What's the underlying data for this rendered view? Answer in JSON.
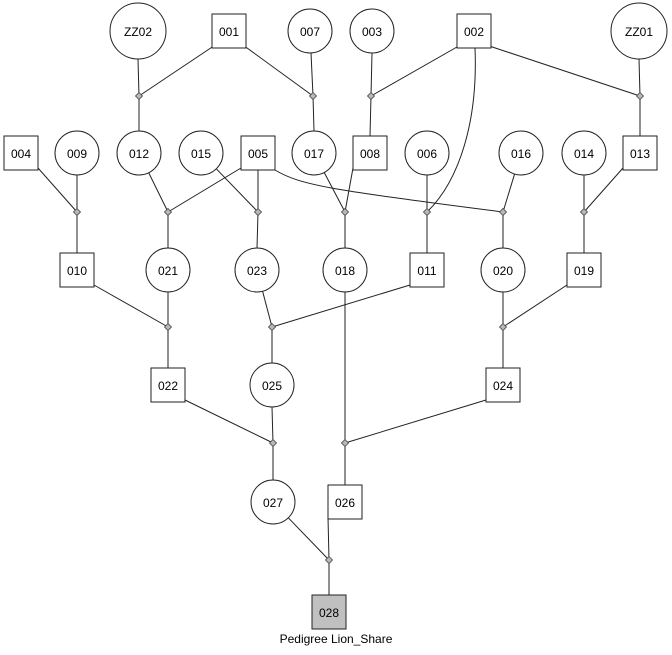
{
  "title": "Pedigree Lion_Share",
  "colors": {
    "affected_fill": "#c0c0c0",
    "unaffected_fill": "#ffffff",
    "line": "#222222",
    "marriage_node": "#b8b8b8"
  },
  "individuals": [
    {
      "id": "ZZ02",
      "sex": "female",
      "affected": false,
      "generation": 1
    },
    {
      "id": "001",
      "sex": "male",
      "affected": false,
      "generation": 1
    },
    {
      "id": "007",
      "sex": "female",
      "affected": false,
      "generation": 1
    },
    {
      "id": "003",
      "sex": "female",
      "affected": false,
      "generation": 1
    },
    {
      "id": "002",
      "sex": "male",
      "affected": false,
      "generation": 1
    },
    {
      "id": "ZZ01",
      "sex": "female",
      "affected": false,
      "generation": 1
    },
    {
      "id": "004",
      "sex": "male",
      "affected": false,
      "generation": 2
    },
    {
      "id": "009",
      "sex": "female",
      "affected": false,
      "generation": 2
    },
    {
      "id": "012",
      "sex": "female",
      "affected": false,
      "generation": 2
    },
    {
      "id": "015",
      "sex": "female",
      "affected": false,
      "generation": 2
    },
    {
      "id": "005",
      "sex": "male",
      "affected": false,
      "generation": 2
    },
    {
      "id": "017",
      "sex": "female",
      "affected": false,
      "generation": 2
    },
    {
      "id": "008",
      "sex": "male",
      "affected": false,
      "generation": 2
    },
    {
      "id": "006",
      "sex": "female",
      "affected": false,
      "generation": 2
    },
    {
      "id": "016",
      "sex": "female",
      "affected": false,
      "generation": 2
    },
    {
      "id": "014",
      "sex": "female",
      "affected": false,
      "generation": 2
    },
    {
      "id": "013",
      "sex": "male",
      "affected": false,
      "generation": 2
    },
    {
      "id": "010",
      "sex": "male",
      "affected": false,
      "generation": 3
    },
    {
      "id": "021",
      "sex": "female",
      "affected": false,
      "generation": 3
    },
    {
      "id": "023",
      "sex": "female",
      "affected": false,
      "generation": 3
    },
    {
      "id": "018",
      "sex": "female",
      "affected": false,
      "generation": 3
    },
    {
      "id": "011",
      "sex": "male",
      "affected": false,
      "generation": 3
    },
    {
      "id": "020",
      "sex": "female",
      "affected": false,
      "generation": 3
    },
    {
      "id": "019",
      "sex": "male",
      "affected": false,
      "generation": 3
    },
    {
      "id": "022",
      "sex": "male",
      "affected": false,
      "generation": 4
    },
    {
      "id": "025",
      "sex": "female",
      "affected": false,
      "generation": 4
    },
    {
      "id": "024",
      "sex": "male",
      "affected": false,
      "generation": 4
    },
    {
      "id": "027",
      "sex": "female",
      "affected": false,
      "generation": 5
    },
    {
      "id": "026",
      "sex": "male",
      "affected": false,
      "generation": 5
    },
    {
      "id": "028",
      "sex": "male",
      "affected": true,
      "generation": 6
    }
  ],
  "unions": [
    {
      "parents": [
        "ZZ02",
        "001"
      ],
      "children": [
        "012"
      ]
    },
    {
      "parents": [
        "001",
        "007"
      ],
      "children": [
        "017"
      ]
    },
    {
      "parents": [
        "003",
        "002"
      ],
      "children": [
        "008"
      ]
    },
    {
      "parents": [
        "002",
        "ZZ01"
      ],
      "children": [
        "013"
      ]
    },
    {
      "parents": [
        "004",
        "009"
      ],
      "children": [
        "010"
      ]
    },
    {
      "parents": [
        "012",
        "005"
      ],
      "children": [
        "021"
      ]
    },
    {
      "parents": [
        "015",
        "005"
      ],
      "children": [
        "023"
      ]
    },
    {
      "parents": [
        "017",
        "008"
      ],
      "children": [
        "018"
      ]
    },
    {
      "parents": [
        "006",
        "002"
      ],
      "children": [
        "011"
      ]
    },
    {
      "parents": [
        "005",
        "016"
      ],
      "children": [
        "020"
      ]
    },
    {
      "parents": [
        "014",
        "013"
      ],
      "children": [
        "019"
      ]
    },
    {
      "parents": [
        "010",
        "021"
      ],
      "children": [
        "022"
      ]
    },
    {
      "parents": [
        "023",
        "011"
      ],
      "children": [
        "025"
      ]
    },
    {
      "parents": [
        "020",
        "019"
      ],
      "children": [
        "024"
      ]
    },
    {
      "parents": [
        "022",
        "025"
      ],
      "children": [
        "027"
      ]
    },
    {
      "parents": [
        "018",
        "024"
      ],
      "children": [
        "026"
      ]
    },
    {
      "parents": [
        "027",
        "026"
      ],
      "children": [
        "028"
      ]
    }
  ]
}
